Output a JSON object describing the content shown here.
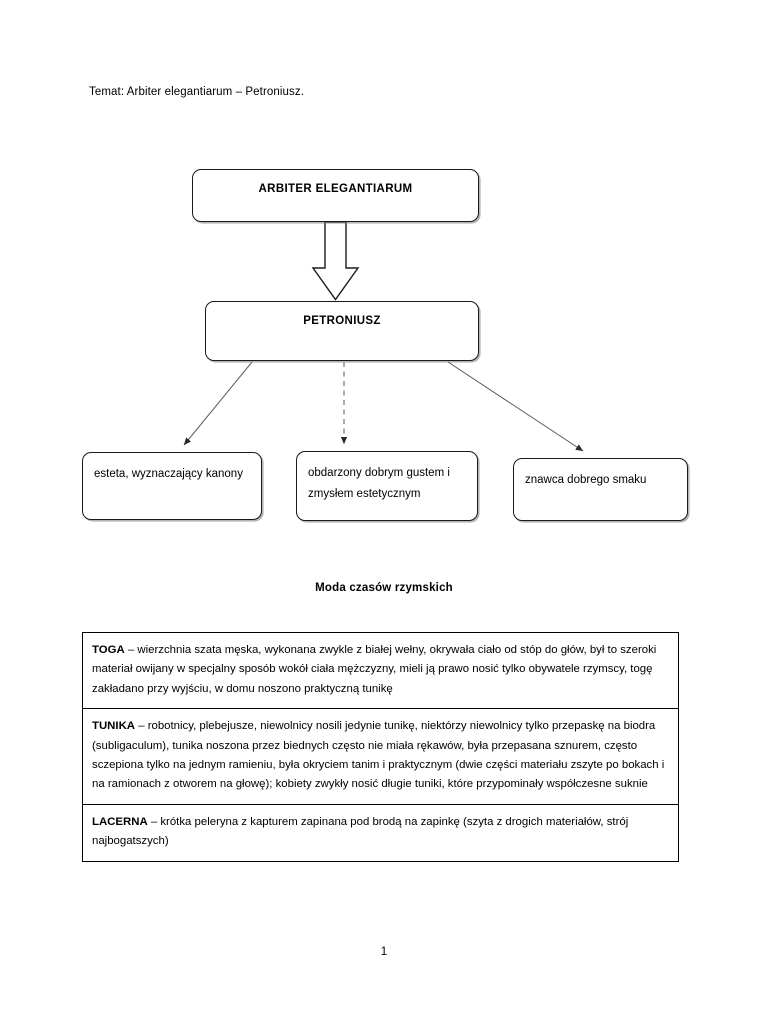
{
  "document": {
    "topic_line": "Temat: Arbiter elegantiarum – Petroniusz.",
    "page_number": "1"
  },
  "diagram": {
    "nodes": [
      {
        "id": "arbiter",
        "label": "ARBITER ELEGANTIARUM",
        "style": "centered-bold"
      },
      {
        "id": "petroniusz",
        "label": "PETRONIUSZ",
        "style": "centered-bold"
      },
      {
        "id": "esteta",
        "label": "esteta,  wyznaczający kanony",
        "style": "left"
      },
      {
        "id": "gust_line1",
        "label": "obdarzony dobrym gustem i",
        "style": "left"
      },
      {
        "id": "gust_line2",
        "label": "zmysłem estetycznym",
        "style": "left"
      },
      {
        "id": "znawca",
        "label": "znawca dobrego smaku",
        "style": "left"
      }
    ],
    "connectors": [
      {
        "from": "arbiter",
        "to": "petroniusz",
        "kind": "block-arrow-down",
        "line": "solid"
      },
      {
        "from": "petroniusz",
        "to": "esteta",
        "kind": "thin-arrow",
        "line": "solid"
      },
      {
        "from": "petroniusz",
        "to": "gust",
        "kind": "thin-arrow",
        "line": "dashed"
      },
      {
        "from": "petroniusz",
        "to": "znawca",
        "kind": "thin-arrow",
        "line": "solid"
      }
    ],
    "colors": {
      "stroke": "#1a1a1a",
      "thin_stroke": "#555555",
      "fill": "#ffffff"
    }
  },
  "fashion_section": {
    "heading": "Moda czasów rzymskich",
    "rows": [
      {
        "term": "TOGA",
        "description": " – wierzchnia szata męska, wykonana zwykle z białej wełny, okrywała ciało od stóp do głów, był to szeroki materiał owijany w specjalny sposób wokół ciała mężczyzny, mieli ją prawo nosić tylko obywatele rzymscy, togę zakładano przy wyjściu, w domu noszono praktyczną tunikę"
      },
      {
        "term": "TUNIKA",
        "description": " – robotnicy, plebejusze, niewolnicy nosili jedynie tunikę, niektórzy niewolnicy tylko przepaskę na biodra (subligaculum), tunika noszona przez biednych często nie miała rękawów, była przepasana sznurem, często sczepiona tylko na jednym ramieniu, była okryciem tanim i praktycznym (dwie części materiału zszyte po bokach i na ramionach z otworem na głowę); kobiety zwykły nosić długie tuniki, które przypominały współczesne suknie"
      },
      {
        "term": "LACERNA",
        "description": " – krótka peleryna z kapturem zapinana pod brodą na zapinkę (szyta z drogich materiałów, strój najbogatszych)"
      }
    ]
  }
}
